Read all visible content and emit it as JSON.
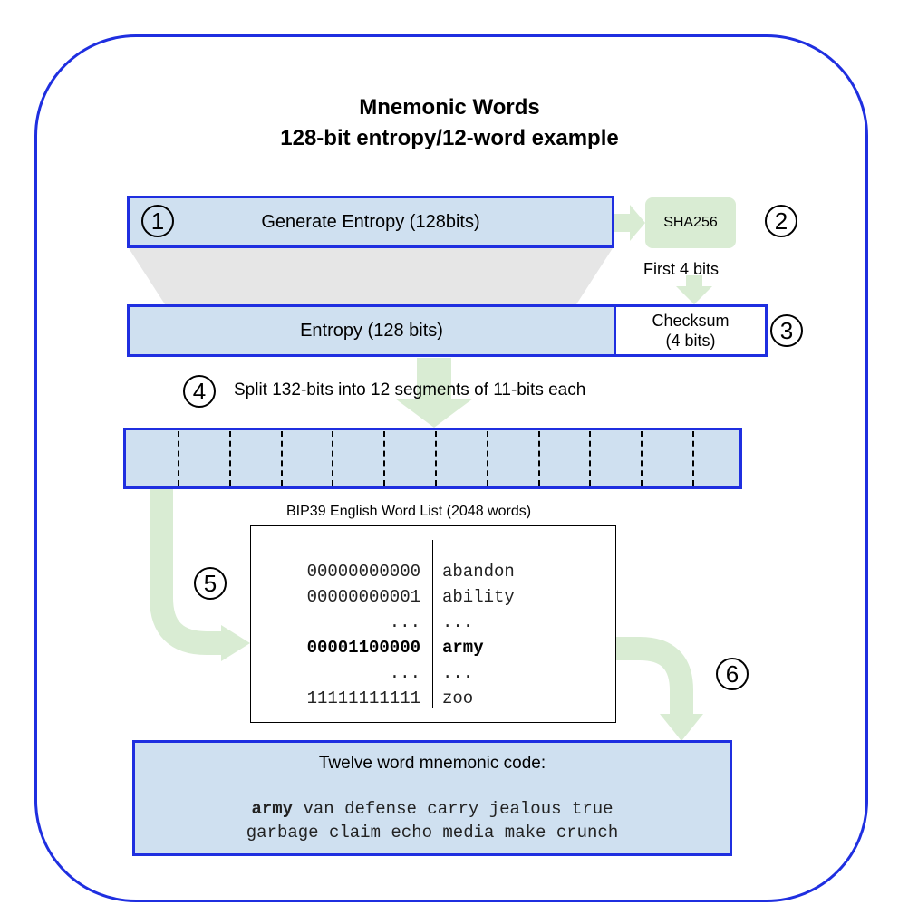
{
  "title": {
    "line1": "Mnemonic Words",
    "line2": "128-bit entropy/12-word example"
  },
  "steps": {
    "s1": "1",
    "s2": "2",
    "s3": "3",
    "s4": "4",
    "s5": "5",
    "s6": "6"
  },
  "generate_entropy": "Generate Entropy (128bits)",
  "sha256": "SHA256",
  "first_4_bits": "First 4 bits",
  "entropy": "Entropy (128 bits)",
  "checksum": {
    "line1": "Checksum",
    "line2": "(4 bits)"
  },
  "split_text": "Split 132-bits into 12 segments of 11-bits each",
  "segments_count": 12,
  "wordlist": {
    "caption": "BIP39 English Word List (2048 words)",
    "rows": [
      {
        "bits": "00000000000",
        "word": "abandon",
        "bold": false
      },
      {
        "bits": "00000000001",
        "word": "ability",
        "bold": false
      },
      {
        "bits": "...",
        "word": "...",
        "bold": false
      },
      {
        "bits": "00001100000",
        "word": "army",
        "bold": true
      },
      {
        "bits": "...",
        "word": "...",
        "bold": false
      },
      {
        "bits": "11111111111",
        "word": "zoo",
        "bold": false
      }
    ]
  },
  "mnemonic": {
    "heading": "Twelve word mnemonic code:",
    "first_word": "army",
    "line1_rest": " van defense carry jealous true",
    "line2": "garbage claim echo media make crunch"
  },
  "colors": {
    "border": "#1f2fe0",
    "box_fill": "#cfe0f0",
    "arrow_green": "#d9ecd3",
    "funnel_gray": "#e6e6e6"
  }
}
